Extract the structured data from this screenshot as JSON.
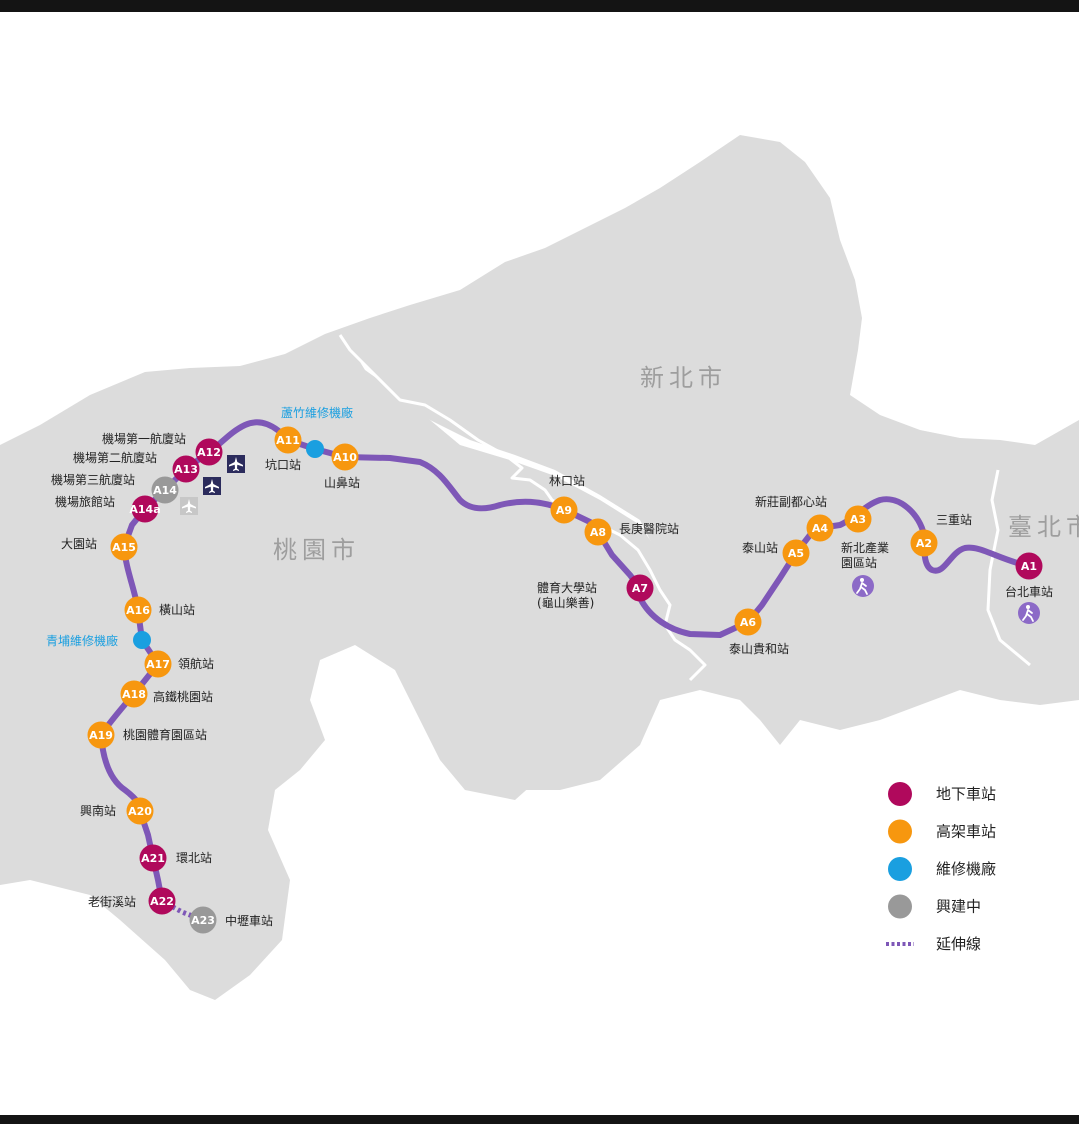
{
  "cities": [
    {
      "key": "new_taipei",
      "name": "新北市"
    },
    {
      "key": "taoyuan",
      "name": "桃園市"
    },
    {
      "key": "taipei",
      "name": "臺北市"
    }
  ],
  "colors": {
    "underground": "#b0095c",
    "elevated": "#f7970f",
    "depot": "#1a9fe0",
    "construction": "#999999",
    "route": "#7e57b7",
    "land": "#dcdcdc"
  },
  "stations": [
    {
      "code": "A1",
      "type": "underground",
      "name": "台北車站"
    },
    {
      "code": "A2",
      "type": "elevated",
      "name": "三重站"
    },
    {
      "code": "A3",
      "type": "elevated",
      "name": "新北產業\n園區站"
    },
    {
      "code": "A4",
      "type": "elevated",
      "name": "新莊副都心站"
    },
    {
      "code": "A5",
      "type": "elevated",
      "name": "泰山站"
    },
    {
      "code": "A6",
      "type": "elevated",
      "name": "泰山貴和站"
    },
    {
      "code": "A7",
      "type": "underground",
      "name": "體育大學站\n(龜山樂善)"
    },
    {
      "code": "A8",
      "type": "elevated",
      "name": "長庚醫院站"
    },
    {
      "code": "A9",
      "type": "elevated",
      "name": "林口站"
    },
    {
      "code": "A10",
      "type": "elevated",
      "name": "山鼻站"
    },
    {
      "code": "A11",
      "type": "elevated",
      "name": "坑口站"
    },
    {
      "code": "A12",
      "type": "underground",
      "name": "機場第一航廈站"
    },
    {
      "code": "A13",
      "type": "underground",
      "name": "機場第二航廈站"
    },
    {
      "code": "A14",
      "type": "construction",
      "name": "機場第三航廈站"
    },
    {
      "code": "A14a",
      "type": "underground",
      "name": "機場旅館站"
    },
    {
      "code": "A15",
      "type": "elevated",
      "name": "大園站"
    },
    {
      "code": "A16",
      "type": "elevated",
      "name": "橫山站"
    },
    {
      "code": "A17",
      "type": "elevated",
      "name": "領航站"
    },
    {
      "code": "A18",
      "type": "elevated",
      "name": "高鐵桃園站"
    },
    {
      "code": "A19",
      "type": "elevated",
      "name": "桃園體育園區站"
    },
    {
      "code": "A20",
      "type": "elevated",
      "name": "興南站"
    },
    {
      "code": "A21",
      "type": "underground",
      "name": "環北站"
    },
    {
      "code": "A22",
      "type": "underground",
      "name": "老街溪站"
    },
    {
      "code": "A23",
      "type": "construction",
      "name": "中壢車站"
    }
  ],
  "depots": [
    {
      "name": "蘆竹維修機廠"
    },
    {
      "name": "青埔維修機廠"
    }
  ],
  "icons": {
    "airport": "airplane-icon",
    "transfer": "walking-person-icon"
  },
  "legend": [
    {
      "key": "underground",
      "label": "地下車站",
      "symbol": "circle",
      "color": "#b0095c"
    },
    {
      "key": "elevated",
      "label": "高架車站",
      "symbol": "circle",
      "color": "#f7970f"
    },
    {
      "key": "depot",
      "label": "維修機廠",
      "symbol": "circle",
      "color": "#1a9fe0"
    },
    {
      "key": "construction",
      "label": "興建中",
      "symbol": "circle",
      "color": "#999999"
    },
    {
      "key": "extension",
      "label": "延伸線",
      "symbol": "dotted-line",
      "color": "#7e57b7"
    }
  ]
}
